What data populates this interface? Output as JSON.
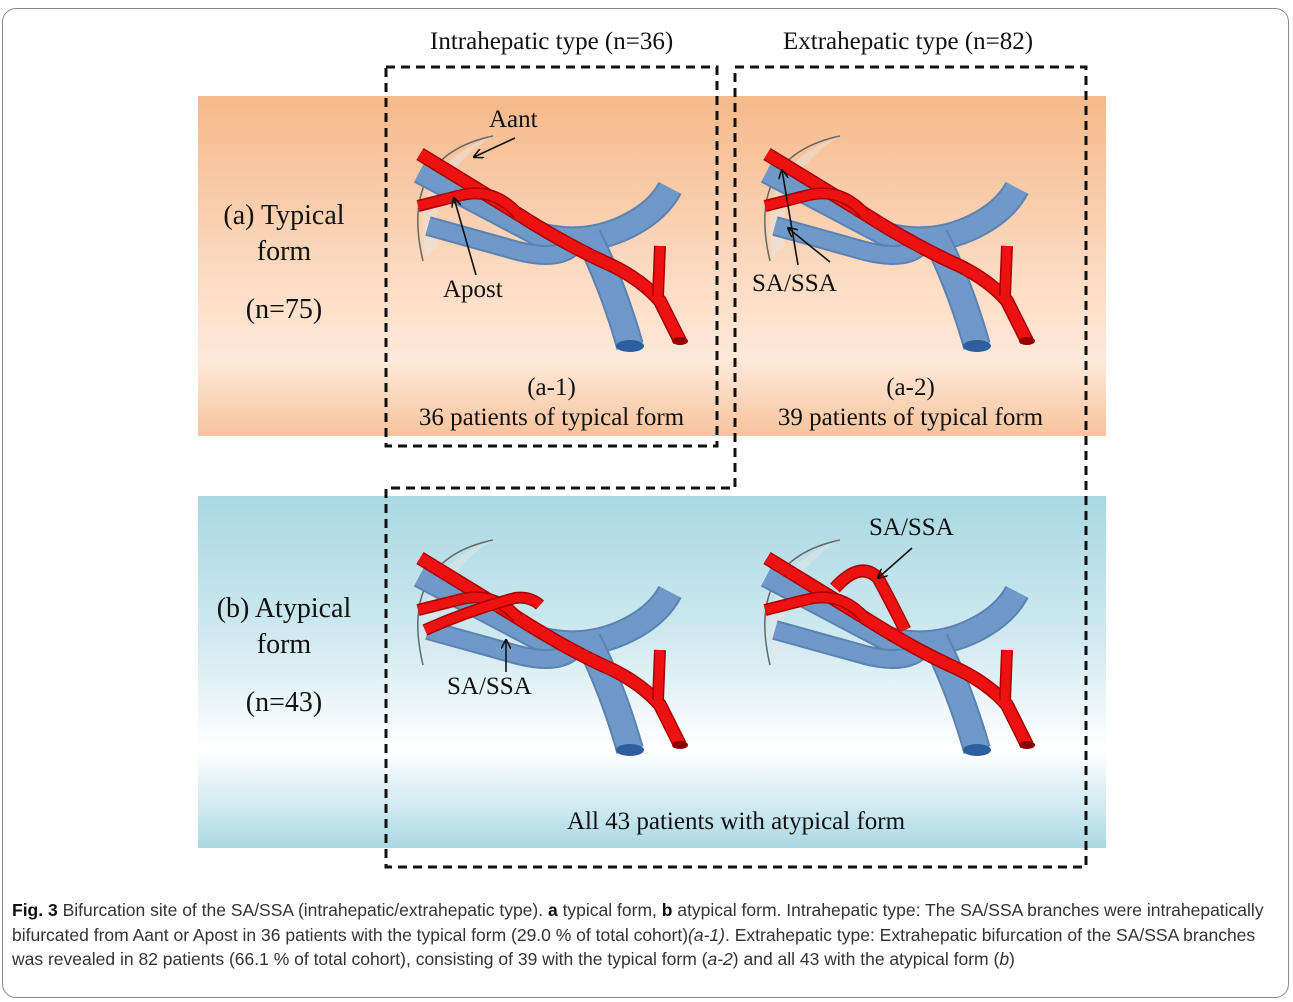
{
  "figure": {
    "header_intra": "Intrahepatic type (n=36)",
    "header_extra": "Extrahepatic type (n=82)",
    "row_a": {
      "line1": "(a) Typical",
      "line2": "form",
      "count": "(n=75)"
    },
    "row_b": {
      "line1": "(b) Atypical",
      "line2": "form",
      "count": "(n=43)"
    },
    "panel_a1": {
      "id": "(a-1)",
      "desc": "36 patients of typical form",
      "label_top": "Aant",
      "label_bottom": "Apost"
    },
    "panel_a2": {
      "id": "(a-2)",
      "desc": "39 patients of typical form",
      "label": "SA/SSA"
    },
    "panel_b1": {
      "label": "SA/SSA"
    },
    "panel_b2": {
      "label": "SA/SSA"
    },
    "bottom_text": "All 43 patients with atypical form",
    "colors": {
      "artery": "#ee1111",
      "portal": "#6f99c8",
      "typical_band": "#f6b98a",
      "atypical_band": "#a9d8e3"
    }
  },
  "caption": {
    "label": "Fig. 3",
    "text1": " Bifurcation site of the SA/SSA (intrahepatic/extrahepatic type). ",
    "a": "a",
    "text2": " typical form, ",
    "b": "b",
    "text3": " atypical form. Intrahepatic type: The SA/SSA branches were intrahepatically bifurcated from Aant or Apost in 36 patients with the typical form (29.0 % of total cohort)",
    "ref1": "(a-1)",
    "text4": ". Extrahepatic type: Extrahepatic bifurcation of the SA/SSA branches was revealed in 82 patients (66.1 % of total cohort), consisting of 39 with the typical form (",
    "ref2": "a-2",
    "text5": ") and all 43 with the atypical form (",
    "ref3": "b",
    "text6": ")"
  }
}
